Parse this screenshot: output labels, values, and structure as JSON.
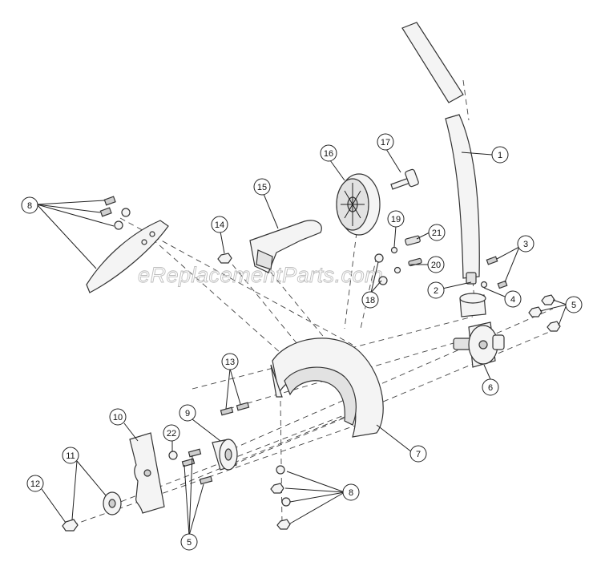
{
  "watermark": "eReplacementParts.com",
  "callouts": [
    {
      "label": "1"
    },
    {
      "label": "2"
    },
    {
      "label": "3"
    },
    {
      "label": "4"
    },
    {
      "label": "5"
    },
    {
      "label": "6"
    },
    {
      "label": "7"
    },
    {
      "label": "8"
    },
    {
      "label": "9"
    },
    {
      "label": "10"
    },
    {
      "label": "11"
    },
    {
      "label": "12"
    },
    {
      "label": "13"
    },
    {
      "label": "14"
    },
    {
      "label": "15"
    },
    {
      "label": "16"
    },
    {
      "label": "17"
    },
    {
      "label": "18"
    },
    {
      "label": "19"
    },
    {
      "label": "20"
    },
    {
      "label": "21"
    },
    {
      "label": "22"
    },
    {
      "label": "5"
    },
    {
      "label": "8"
    }
  ]
}
